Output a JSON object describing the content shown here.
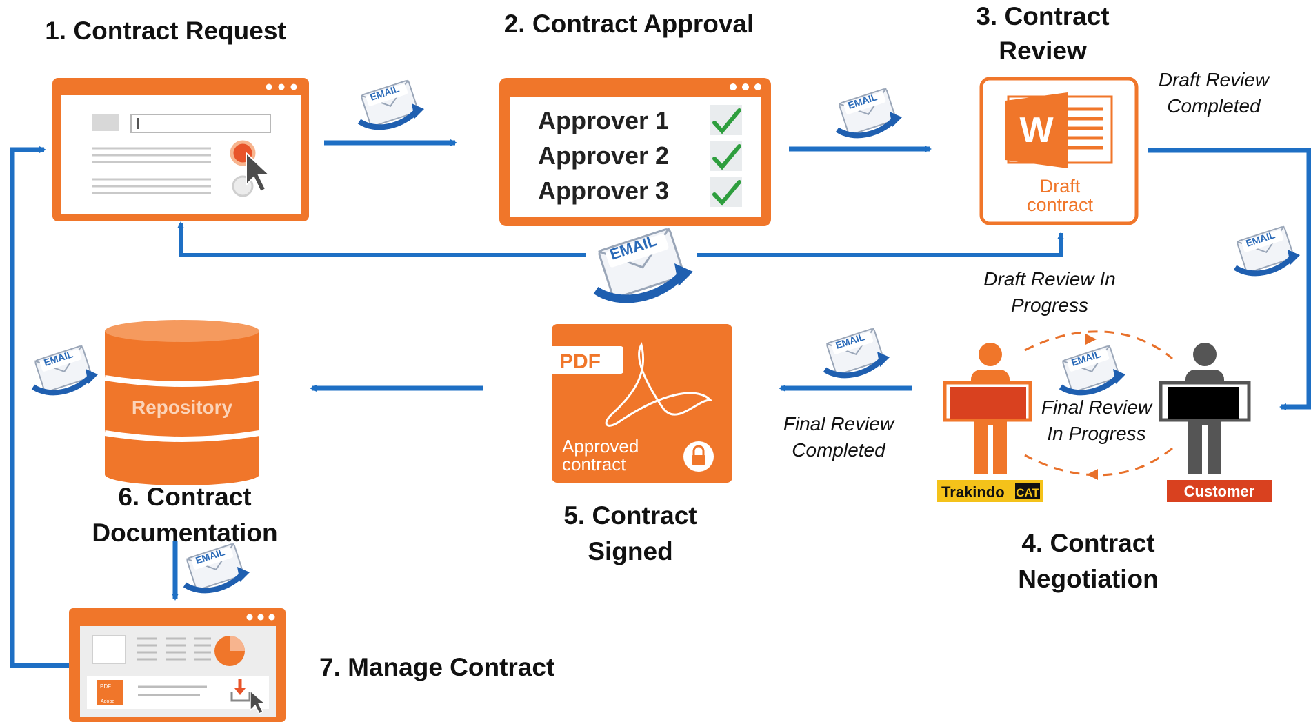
{
  "steps": {
    "s1": {
      "title": "1. Contract Request"
    },
    "s2": {
      "title": "2. Contract Approval",
      "approvers": [
        "Approver 1",
        "Approver 2",
        "Approver 3"
      ]
    },
    "s3": {
      "title_l1": "3. Contract",
      "title_l2": "Review",
      "doc_letter": "W",
      "doc_l1": "Draft",
      "doc_l2": "contract"
    },
    "s4": {
      "title_l1": "4. Contract",
      "title_l2": "Negotiation",
      "left_party": "Trakindo",
      "left_logo": "CAT",
      "right_party": "Customer"
    },
    "s5": {
      "title_l1": "5. Contract",
      "title_l2": "Signed",
      "pdf_tag": "PDF",
      "doc_l1": "Approved",
      "doc_l2": "contract"
    },
    "s6": {
      "title_l1": "6. Contract",
      "title_l2": "Documentation",
      "db_label": "Repository"
    },
    "s7": {
      "title": "7. Manage Contract",
      "pdf_tag": "PDF",
      "adobe_tag": "Adobe"
    }
  },
  "statuses": {
    "draft_completed": [
      "Draft Review",
      "Completed"
    ],
    "draft_in_progress": [
      "Draft Review In",
      "Progress"
    ],
    "final_completed": [
      "Final Review",
      "Completed"
    ],
    "final_in_progress": [
      "Final Review",
      "In Progress"
    ]
  },
  "email_label": "EMAIL",
  "colors": {
    "orange": "#f0762a",
    "arrow_blue": "#1e6fc4",
    "check_green": "#2e9e3e",
    "dark_text": "#111111",
    "customer_red": "#d9411f",
    "cat_yellow": "#f4c21a"
  },
  "icons": [
    "envelope-email-icon",
    "cursor-icon",
    "check-icon",
    "word-icon",
    "acrobat-icon",
    "lock-icon",
    "person-icon",
    "database-icon",
    "pie-chart-icon",
    "download-icon"
  ]
}
